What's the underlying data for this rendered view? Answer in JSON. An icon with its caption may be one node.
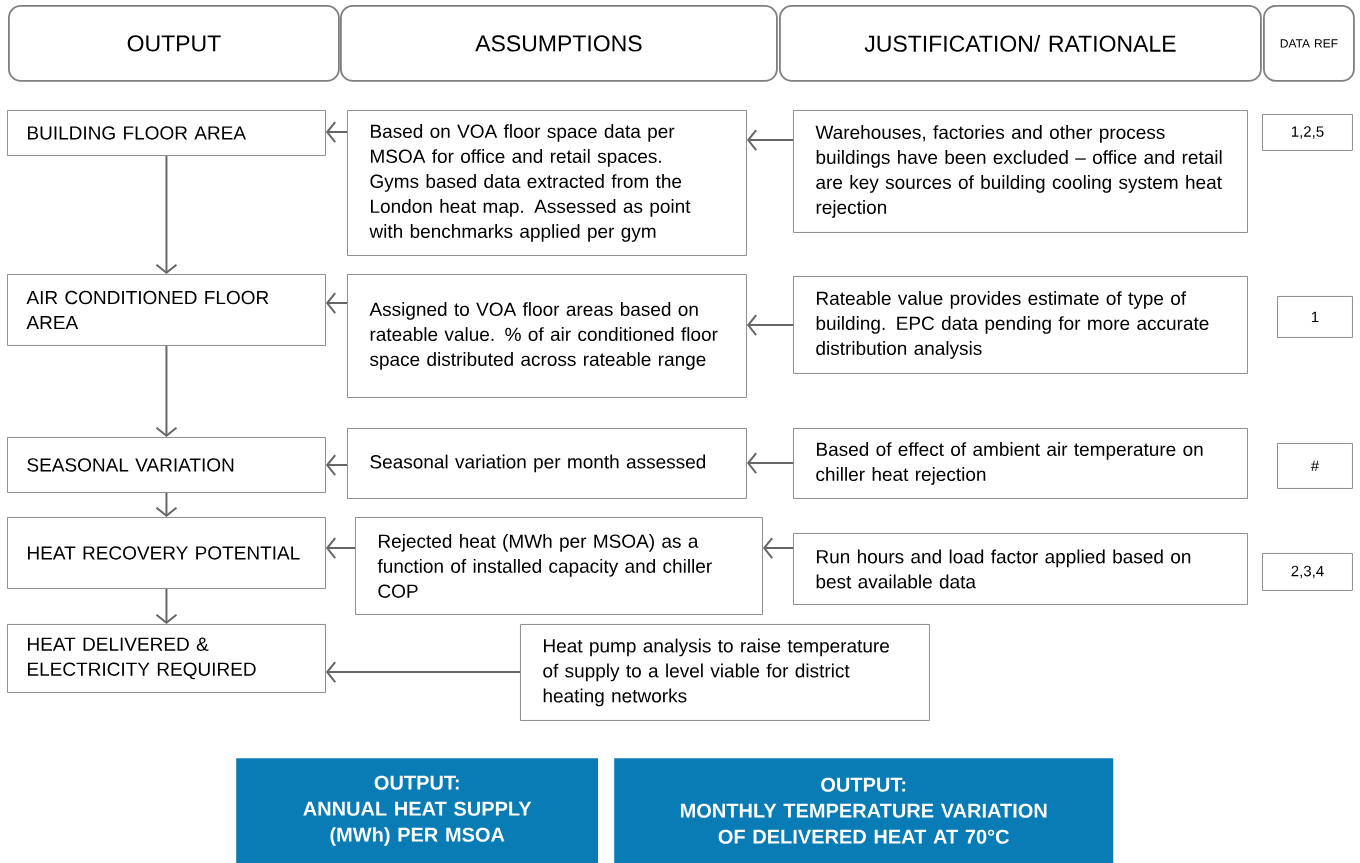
{
  "diagram": {
    "nodes": [
      {
        "text": [
          "OUTPUT"
        ]
      },
      {
        "text": [
          "ASSUMPTIONS"
        ]
      },
      {
        "text": [
          "JUSTIFICATION/ RATIONALE"
        ]
      },
      {
        "text": [
          "DATA REF"
        ]
      },
      {
        "text": [
          "BUILDING FLOOR AREA"
        ]
      },
      {
        "text": [
          "Based on VOA floor space data per MSOA for office and retail spaces. Gyms based data extracted from the London heat map. Assessed as point with benchmarks applied per gym"
        ]
      },
      {
        "text": [
          "Warehouses, factories and other process buildings have been excluded – office and retail are key sources of building cooling system heat rejection"
        ]
      },
      {
        "text": [
          "1,2,5"
        ]
      },
      {
        "text": [
          "AIR CONDITIONED FLOOR AREA"
        ]
      },
      {
        "text": [
          "Assigned to VOA floor areas based on rateable value. % of air conditioned floor space distributed across rateable range"
        ]
      },
      {
        "text": [
          "Rateable value provides estimate of type of building. EPC data pending for more accurate distribution analysis"
        ]
      },
      {
        "text": [
          "1"
        ]
      },
      {
        "text": [
          "SEASONAL VARIATION"
        ]
      },
      {
        "text": [
          "Seasonal variation per month assessed"
        ]
      },
      {
        "text": [
          "Based of effect of ambient air temperature on chiller heat rejection"
        ]
      },
      {
        "text": [
          "#"
        ]
      },
      {
        "text": [
          "HEAT RECOVERY POTENTIAL"
        ]
      },
      {
        "text": [
          "Rejected heat (MWh per MSOA) as a function of installed capacity and chiller COP"
        ]
      },
      {
        "text": [
          "Run hours and load factor applied based on best available data"
        ]
      },
      {
        "text": [
          "2,3,4"
        ]
      },
      {
        "text": [
          "HEAT DELIVERED & ELECTRICITY REQUIRED"
        ]
      },
      {
        "text": [
          "Heat pump analysis to raise temperature of supply to a level viable for district heating networks"
        ]
      },
      {
        "text": [
          "OUTPUT:",
          "ANNUAL HEAT SUPPLY (MWh) PER MSOA"
        ]
      },
      {
        "text": [
          "OUTPUT:",
          "MONTHLY TEMPERATURE VARIATION OF DELIVERED HEAT AT 70°C"
        ]
      }
    ],
    "edges": [
      {
        "from": 5,
        "to": 4,
        "arrow": "to"
      },
      {
        "from": 6,
        "to": 5,
        "arrow": "to"
      },
      {
        "from": 9,
        "to": 8,
        "arrow": "to"
      },
      {
        "from": 10,
        "to": 9,
        "arrow": "to"
      },
      {
        "from": 13,
        "to": 12,
        "arrow": "to"
      },
      {
        "from": 14,
        "to": 13,
        "arrow": "to"
      },
      {
        "from": 17,
        "to": 16,
        "arrow": "to"
      },
      {
        "from": 18,
        "to": 17,
        "arrow": "to"
      },
      {
        "from": 21,
        "to": 20,
        "arrow": "to"
      },
      {
        "from": 4,
        "to": 8,
        "arrow": "to"
      },
      {
        "from": 8,
        "to": 12,
        "arrow": "to"
      },
      {
        "from": 12,
        "to": 16,
        "arrow": "to"
      },
      {
        "from": 16,
        "to": 20,
        "arrow": "to"
      }
    ]
  }
}
